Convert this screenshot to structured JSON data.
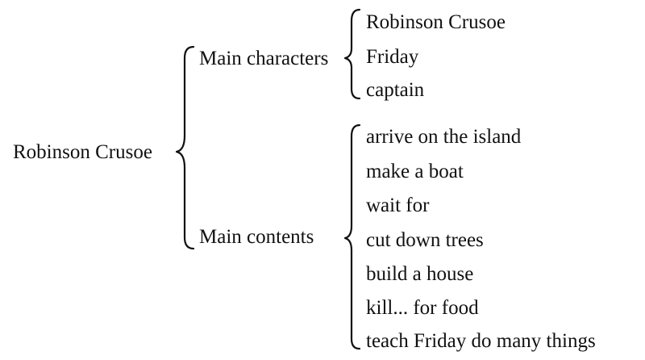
{
  "root": {
    "label": "Robinson Crusoe"
  },
  "branches": {
    "characters": {
      "label": "Main characters",
      "items": [
        "Robinson Crusoe",
        "Friday",
        "captain"
      ]
    },
    "contents": {
      "label": "Main contents",
      "items": [
        "arrive on the island",
        "make a boat",
        "wait for",
        "cut down trees",
        "build a house",
        "kill... for food",
        "teach Friday do many things"
      ]
    }
  },
  "colors": {
    "text": "#111111",
    "background": "#ffffff"
  }
}
